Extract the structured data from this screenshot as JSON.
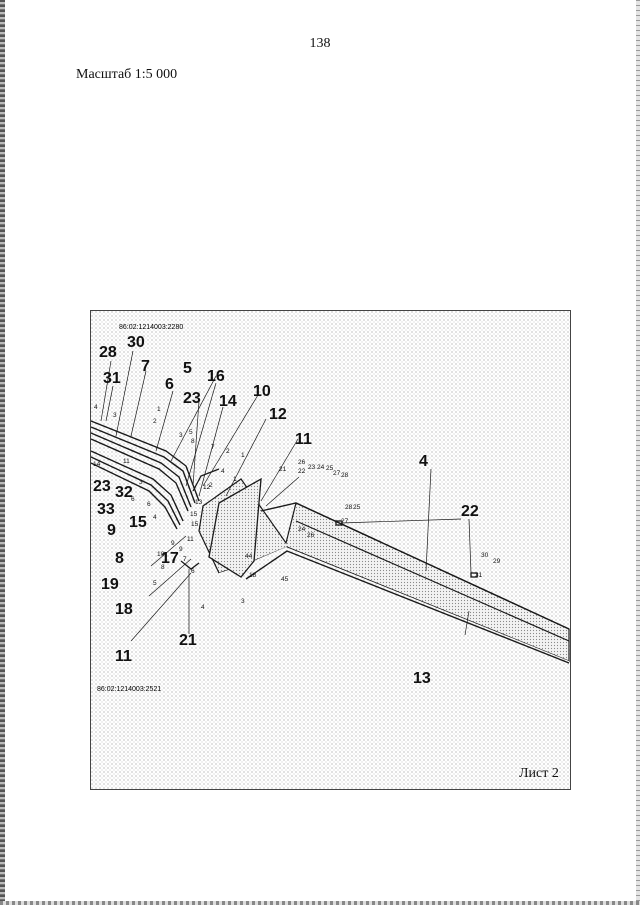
{
  "page": {
    "number": "138",
    "scale": "Масштаб 1:5 000",
    "sheet_label": "Лист 2"
  },
  "map": {
    "cadastral_numbers": [
      "86:02:1214003:2280",
      "86:02:1214003:2521"
    ],
    "big_labels": [
      "28",
      "30",
      "31",
      "7",
      "5",
      "6",
      "16",
      "23",
      "14",
      "10",
      "12",
      "11",
      "4",
      "22",
      "13",
      "23",
      "32",
      "33",
      "9",
      "15",
      "8",
      "17",
      "19",
      "18",
      "21",
      "11"
    ],
    "small_labels": [
      "4",
      "3",
      "1",
      "2",
      "5",
      "7",
      "2",
      "1",
      "3",
      "8",
      "14",
      "11",
      "1",
      "4",
      "3",
      "6",
      "4",
      "15",
      "10",
      "9",
      "11",
      "13",
      "6",
      "12",
      "15",
      "2",
      "7",
      "8",
      "9",
      "5",
      "6",
      "4",
      "3",
      "18",
      "44",
      "45",
      "21",
      "26",
      "22",
      "23",
      "24",
      "25",
      "27",
      "28",
      "24",
      "26",
      "28",
      "25",
      "27",
      "30",
      "29",
      "31"
    ],
    "colors": {
      "line": "#1a1a1a",
      "hatch": "#cfcfcf",
      "background": "#ffffff"
    }
  }
}
